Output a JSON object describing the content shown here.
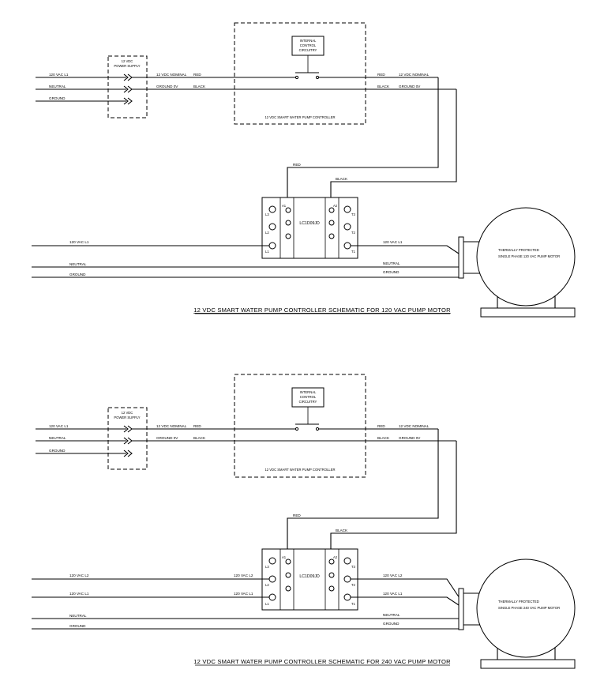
{
  "schematic_1": {
    "title": "12 VDC SMART WATER PUMP CONTROLLER SCHEMATIC FOR 120 VAC PUMP MOTOR",
    "input_labels": [
      "120 VAC L1",
      "NEUTRAL",
      "GROUND"
    ],
    "power_supply": [
      "12 VDC",
      "POWER SUPPLY"
    ],
    "ps_out_top": "12 VDC NOMINAL",
    "ps_out_bottom": "GROUND 0V",
    "wire_red": "RED",
    "wire_black": "BLACK",
    "circuitry": [
      "INTERNAL",
      "CONTROL",
      "CIRCUITRY"
    ],
    "controller_label": "12 VDC SMART WATER PUMP CONTROLLER",
    "out_top": "12 VDC NOMINAL",
    "out_bottom": "GROUND 0V",
    "contactor": "LC1D09JD",
    "contactor_left": [
      "L3",
      "L2",
      "L1"
    ],
    "contactor_right": [
      "T3",
      "T2",
      "T1"
    ],
    "coil_a1": "A1",
    "coil_a2": "A2",
    "line_in_labels": [
      "120 VAC L1",
      "NEUTRAL",
      "GROUND"
    ],
    "line_out_labels": [
      "120 VAC L1",
      "NEUTRAL",
      "GROUND"
    ],
    "motor": [
      "THERMALLY PROTECTED",
      "SINGLE PHASE 120 VAC PUMP MOTOR"
    ]
  },
  "schematic_2": {
    "title": "12 VDC SMART WATER PUMP CONTROLLER SCHEMATIC FOR 240 VAC PUMP MOTOR",
    "input_labels": [
      "120 VAC L1",
      "NEUTRAL",
      "GROUND"
    ],
    "power_supply": [
      "12 VDC",
      "POWER SUPPLY"
    ],
    "ps_out_top": "12 VDC NOMINAL",
    "ps_out_bottom": "GROUND 0V",
    "wire_red": "RED",
    "wire_black": "BLACK",
    "circuitry": [
      "INTERNAL",
      "CONTROL",
      "CIRCUITRY"
    ],
    "controller_label": "12 VDC SMART WATER PUMP CONTROLLER",
    "out_top": "12 VDC NOMINAL",
    "out_bottom": "GROUND 0V",
    "contactor": "LC1D09JD",
    "contactor_left": [
      "L3",
      "L2",
      "L1"
    ],
    "contactor_right": [
      "T3",
      "T2",
      "T1"
    ],
    "coil_a1": "A1",
    "coil_a2": "A2",
    "line_in_far": [
      "120 VAC L2",
      "120 VAC L1",
      "NEUTRAL",
      "GROUND"
    ],
    "line_in_near": [
      "120 VAC L2",
      "120 VAC L1"
    ],
    "line_out_labels": [
      "120 VAC L2",
      "120 VAC L1",
      "NEUTRAL",
      "GROUND"
    ],
    "motor": [
      "THERMALLY PROTECTED",
      "SINGLE PHASE 240 VAC PUMP MOTOR"
    ]
  }
}
